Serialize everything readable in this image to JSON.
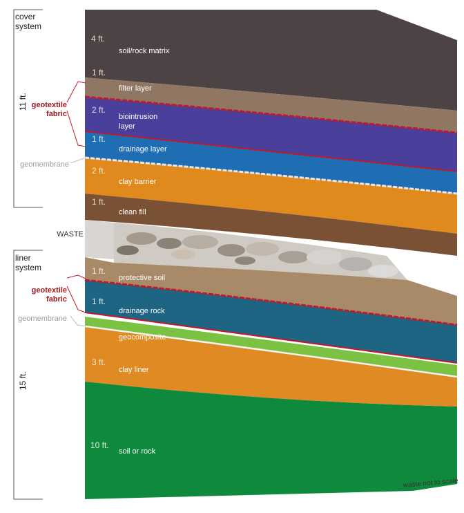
{
  "cover": {
    "title_line1": "cover",
    "title_line2": "system",
    "total": "11 ft.",
    "geotextile_line1": "geotextile",
    "geotextile_line2": "fabric",
    "geomembrane": "geomembrane",
    "layers": [
      {
        "thickness": "4 ft.",
        "name": "soil/rock matrix",
        "color": "#4d4244"
      },
      {
        "thickness": "1 ft.",
        "name": "filter layer",
        "color": "#8f7763"
      },
      {
        "thickness": "2 ft.",
        "name_line1": "biointrusion",
        "name_line2": "layer",
        "color": "#4a3f9a"
      },
      {
        "thickness": "1 ft.",
        "name": "drainage layer",
        "color": "#1f6db3"
      },
      {
        "thickness": "2 ft.",
        "name": "clay barrier",
        "color": "#e08a1e"
      },
      {
        "thickness": "1 ft.",
        "name": "clean fill",
        "color": "#7a5134"
      }
    ]
  },
  "waste_label": "WASTE",
  "liner": {
    "title_line1": "liner",
    "title_line2": "system",
    "total": "15 ft.",
    "geotextile_line1": "geotextile",
    "geotextile_line2": "fabric",
    "geomembrane": "geomembrane",
    "layers": [
      {
        "thickness": "1 ft.",
        "name": "protective soil",
        "color": "#a98a68"
      },
      {
        "thickness": "1 ft.",
        "name": "drainage rock",
        "color": "#1d6583"
      },
      {
        "thickness": "",
        "name": "geocomposite",
        "color": "#7cc242"
      },
      {
        "thickness": "3 ft.",
        "name": "clay liner",
        "color": "#df8a22"
      },
      {
        "thickness": "10 ft.",
        "name": "soil or rock",
        "color": "#0f8a3c"
      }
    ]
  },
  "footnote": "waste not to scale",
  "colors": {
    "geotextile": "#c0192a",
    "geomembrane": "#c8c8c8",
    "bracket": "#555555"
  }
}
